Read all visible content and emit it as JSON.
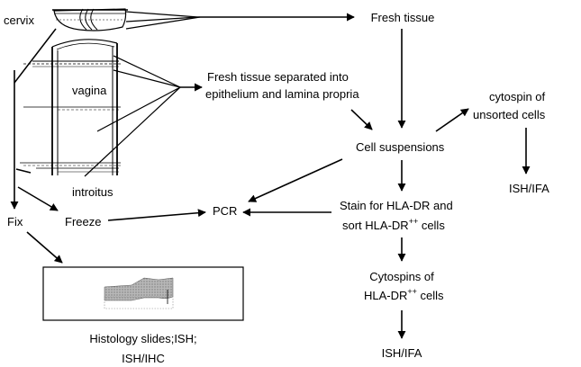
{
  "labels": {
    "cervix": "cervix",
    "vagina": "vagina",
    "introitus": "introitus",
    "fix": "Fix",
    "freeze": "Freeze",
    "fresh_tissue": "Fresh tissue",
    "separated_line1": "Fresh tissue separated into",
    "separated_line2": "epithelium and lamina propria",
    "cytospin_unsorted_line1": "cytospin of",
    "cytospin_unsorted_line2": "unsorted cells",
    "cell_suspensions": "Cell suspensions",
    "ish_ifa_unsorted": "ISH/IFA",
    "pcr": "PCR",
    "stain_line1": "Stain for HLA-DR and",
    "stain_line2_prefix": "sort HLA-DR",
    "stain_line2_suffix": " cells",
    "superscript": "++",
    "cytospins_line1": "Cytospins of",
    "cytospins_line2_prefix": "HLA-DR",
    "cytospins_line2_suffix": " cells",
    "ish_ifa_sorted": "ISH/IFA",
    "histology_line1": "Histology slides;ISH;",
    "histology_line2": "ISH/IHC"
  }
}
